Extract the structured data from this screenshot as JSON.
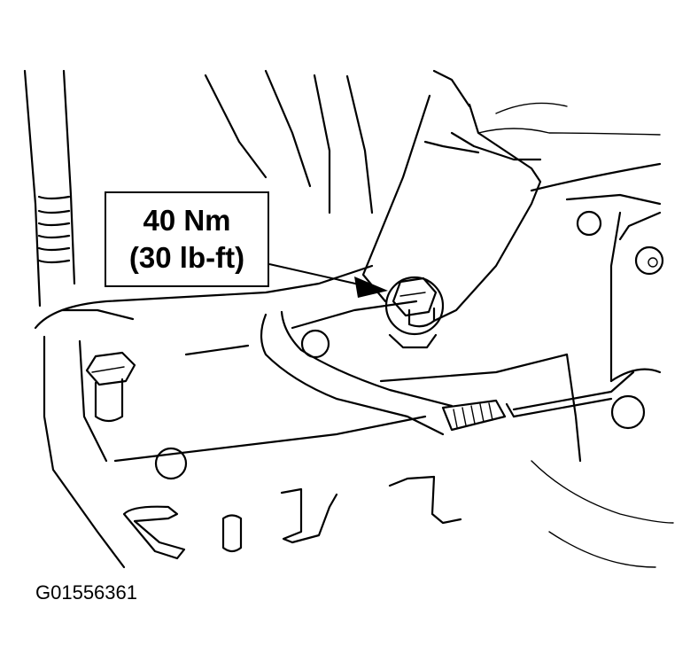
{
  "callout": {
    "torque_metric": "40 Nm",
    "torque_imperial": "(30 lb-ft)"
  },
  "figure_id": "G01556361",
  "colors": {
    "line": "#000000",
    "background": "#ffffff"
  }
}
